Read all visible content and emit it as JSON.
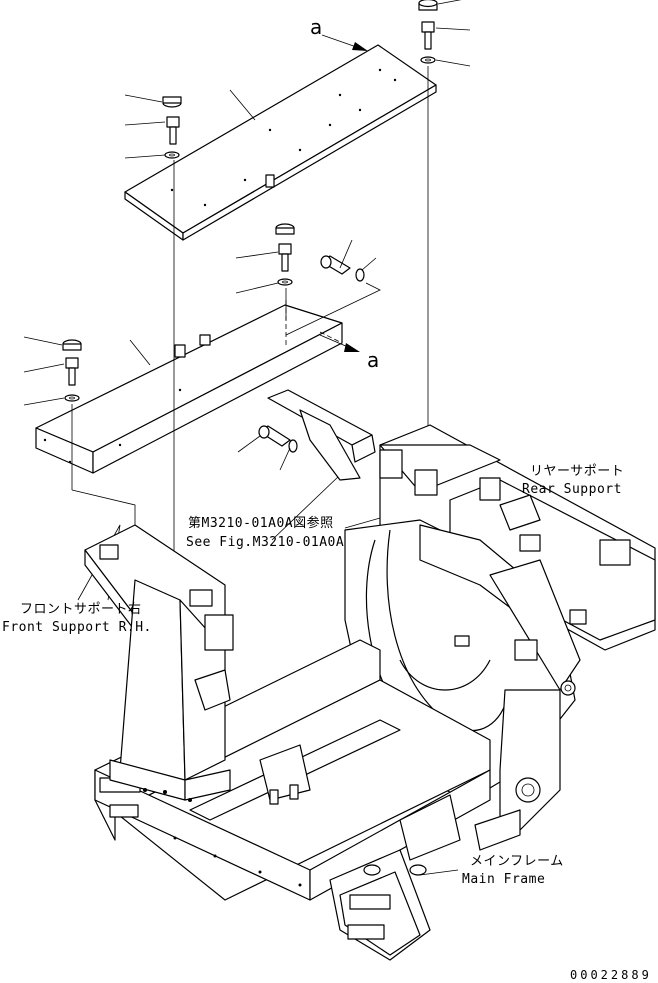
{
  "labels": {
    "view_marker_top": "a",
    "view_marker_side": "a",
    "rear_support_jp": "リヤーサポート",
    "rear_support_en": "Rear Support",
    "see_fig_jp": "第M3210-01A0A図参照",
    "see_fig_en": "See Fig.M3210-01A0A",
    "front_support_jp": "フロントサポート右",
    "front_support_en": "Front Support R.H.",
    "main_frame_jp": "メインフレーム",
    "main_frame_en": "Main Frame",
    "doc_number": "00022889"
  }
}
